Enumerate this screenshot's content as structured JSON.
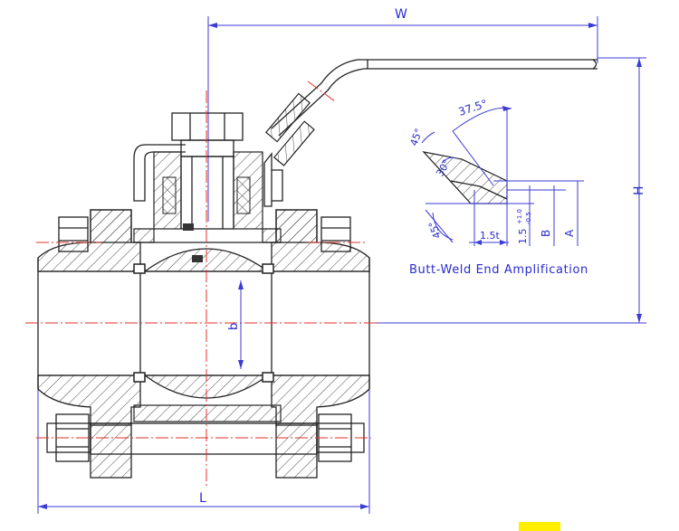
{
  "labels": {
    "width": "W",
    "height": "H",
    "length": "L",
    "bore": "b",
    "angle_top": "37.5°",
    "angle_45_top": "45°",
    "angle_30": "30°",
    "angle_45_bottom": "45°",
    "dim_1_5t": "1.5t",
    "dim_tol_base": "1.5",
    "dim_tol_sup": "+1.0",
    "dim_tol_sub": "-0.5",
    "dim_B": "B",
    "dim_A": "A"
  },
  "caption": "Butt-Weld End Amplification",
  "colors": {
    "dimension": "#3b3bd6",
    "centerline": "#e0302a",
    "outline": "#222222",
    "marker": "#ffee00"
  }
}
